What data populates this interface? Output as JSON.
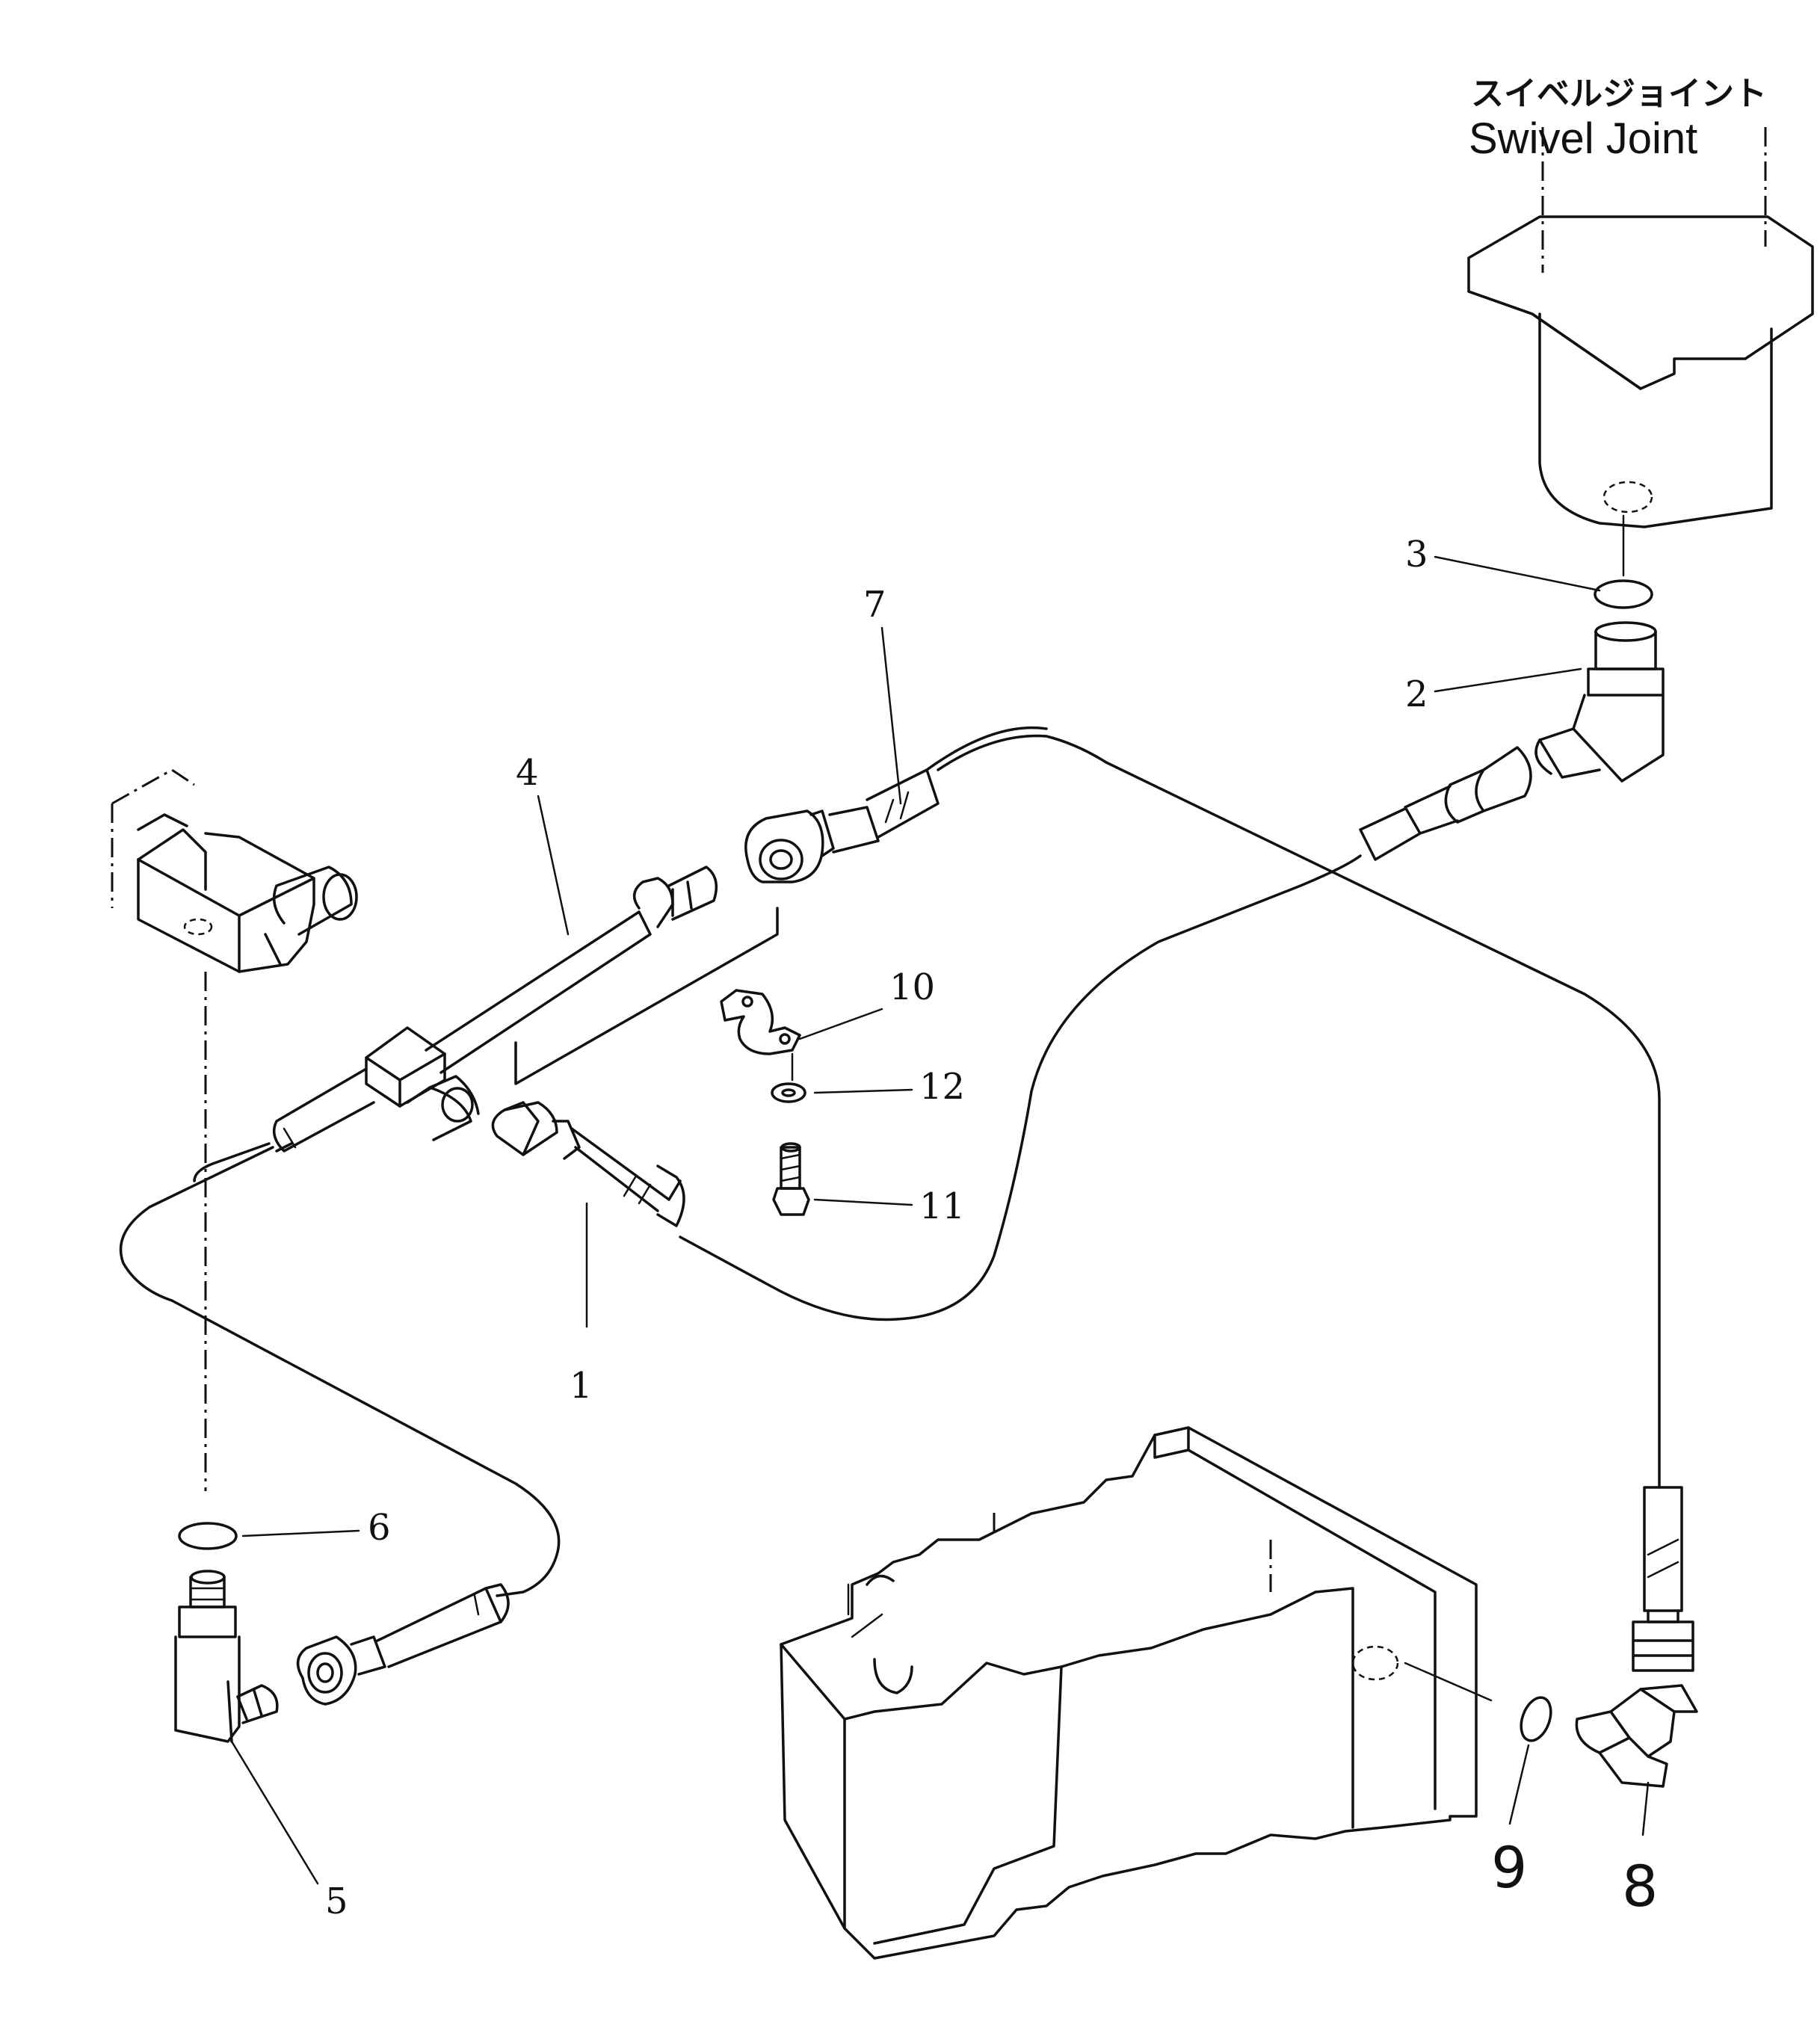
{
  "title": {
    "jp": "スイベルジョイント",
    "en": "Swivel Joint"
  },
  "callouts": [
    {
      "id": "c1",
      "text": "1"
    },
    {
      "id": "c2",
      "text": "2"
    },
    {
      "id": "c3",
      "text": "3"
    },
    {
      "id": "c4",
      "text": "4"
    },
    {
      "id": "c5",
      "text": "5"
    },
    {
      "id": "c6",
      "text": "6"
    },
    {
      "id": "c7",
      "text": "7"
    },
    {
      "id": "c8",
      "text": "8"
    },
    {
      "id": "c9",
      "text": "9"
    },
    {
      "id": "c10",
      "text": "10"
    },
    {
      "id": "c11",
      "text": "11"
    },
    {
      "id": "c12",
      "text": "12"
    }
  ]
}
